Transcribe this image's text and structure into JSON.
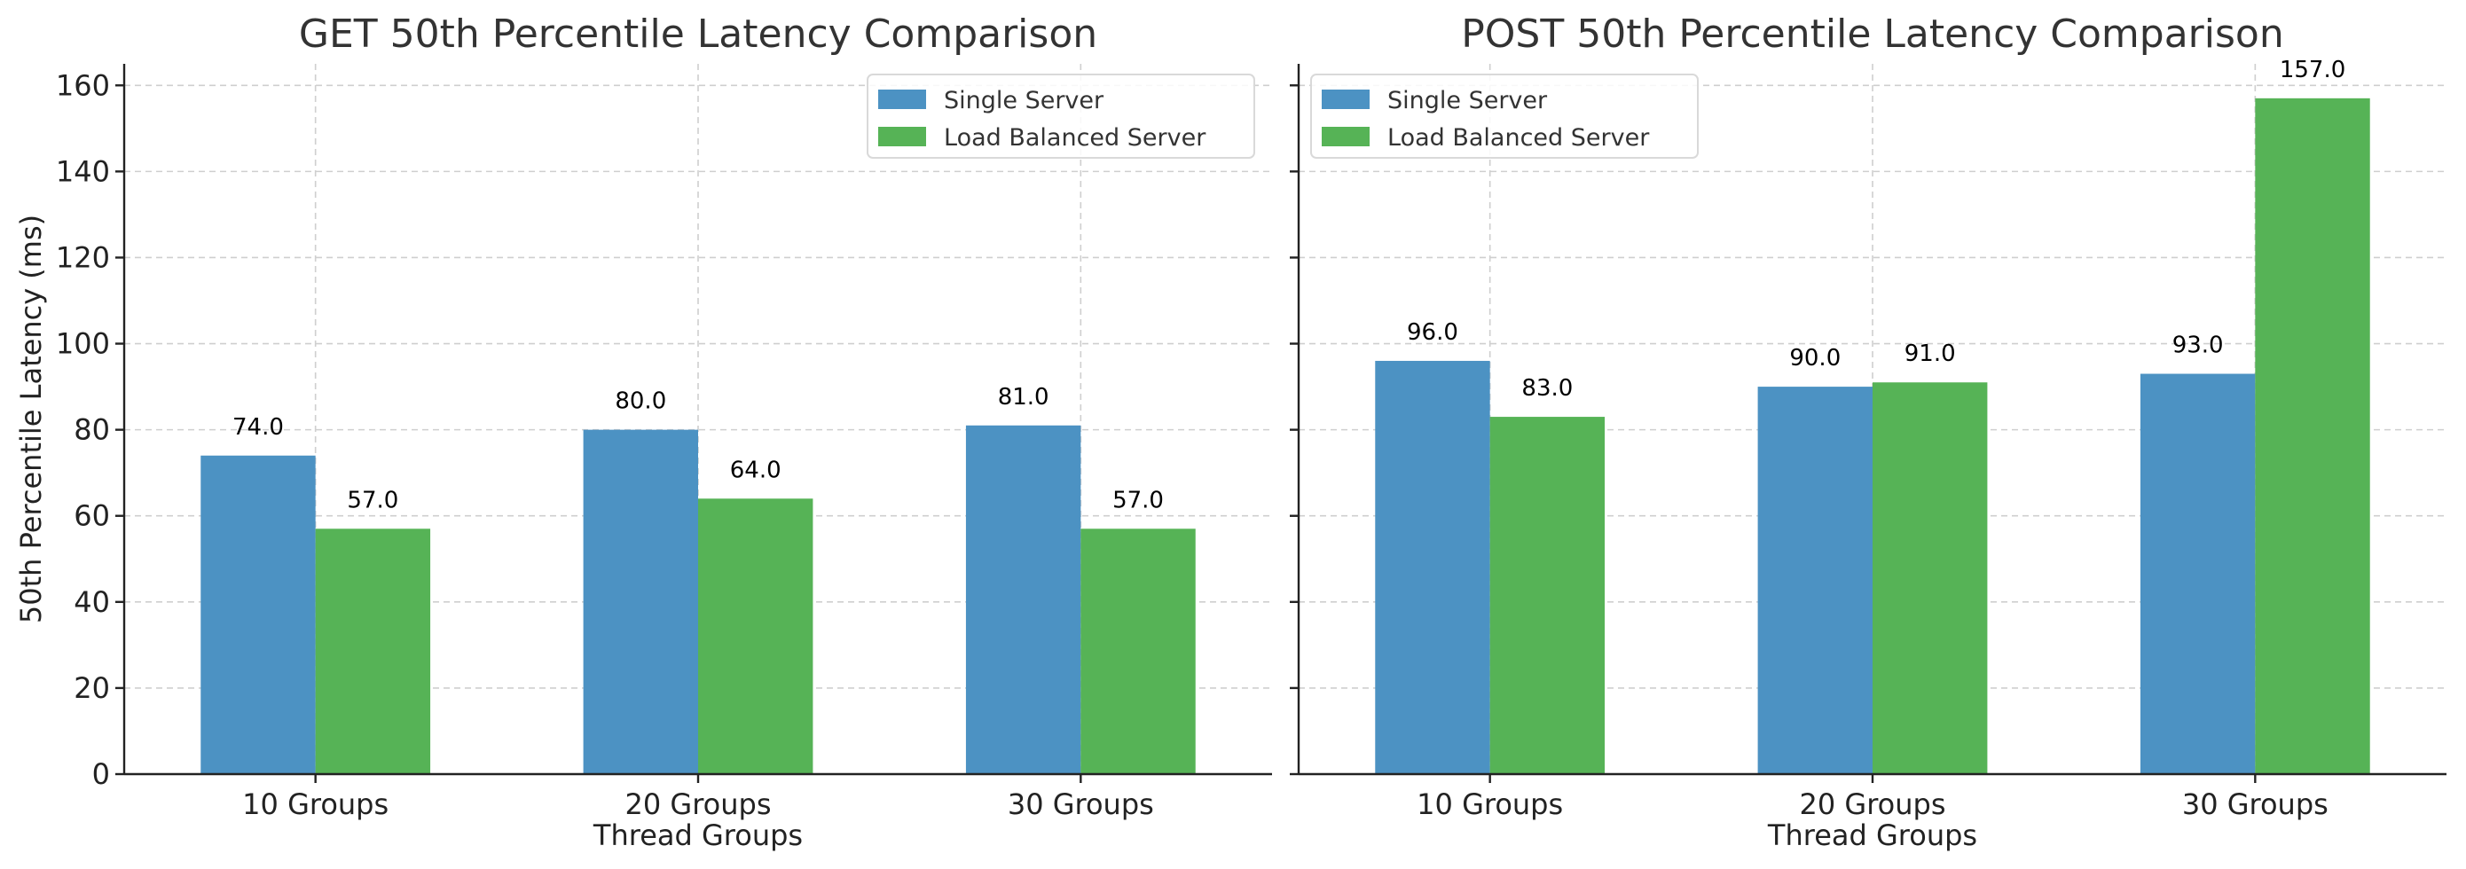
{
  "chart_data": [
    {
      "type": "bar",
      "title": "GET 50th Percentile Latency Comparison",
      "xlabel": "Thread Groups",
      "ylabel": "50th Percentile Latency (ms)",
      "categories": [
        "10 Groups",
        "20 Groups",
        "30 Groups"
      ],
      "series": [
        {
          "name": "Single Server",
          "values": [
            74.0,
            80.0,
            81.0
          ],
          "color": "#4c92c3"
        },
        {
          "name": "Load Balanced Server",
          "values": [
            57.0,
            64.0,
            57.0
          ],
          "color": "#56b356"
        }
      ],
      "ylim": [
        0,
        165
      ],
      "yticks": [
        0,
        20,
        40,
        60,
        80,
        100,
        120,
        140,
        160
      ],
      "grid": true,
      "legend": "upper right"
    },
    {
      "type": "bar",
      "title": "POST 50th Percentile Latency Comparison",
      "xlabel": "Thread Groups",
      "ylabel": "",
      "categories": [
        "10 Groups",
        "20 Groups",
        "30 Groups"
      ],
      "series": [
        {
          "name": "Single Server",
          "values": [
            96.0,
            90.0,
            93.0
          ],
          "color": "#4c92c3"
        },
        {
          "name": "Load Balanced Server",
          "values": [
            83.0,
            91.0,
            157.0
          ],
          "color": "#56b356"
        }
      ],
      "ylim": [
        0,
        165
      ],
      "yticks": [
        0,
        20,
        40,
        60,
        80,
        100,
        120,
        140,
        160
      ],
      "grid": true,
      "legend": "upper left"
    }
  ]
}
